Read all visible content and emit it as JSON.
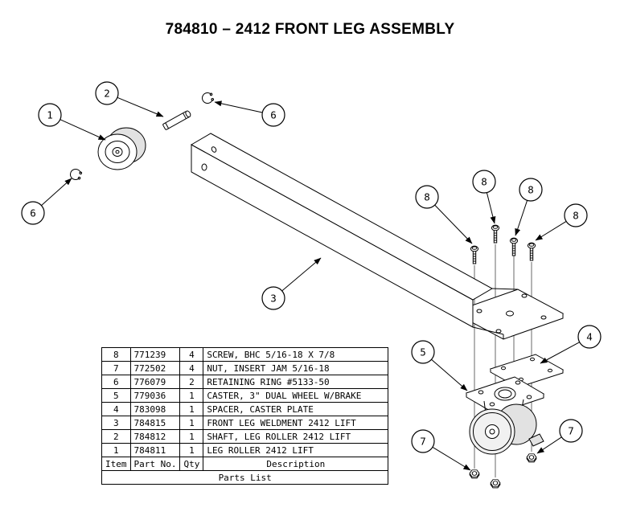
{
  "title": "784810 – 2412 FRONT LEG ASSEMBLY",
  "balloons": [
    {
      "label": "1"
    },
    {
      "label": "2"
    },
    {
      "label": "6"
    },
    {
      "label": "6"
    },
    {
      "label": "3"
    },
    {
      "label": "8"
    },
    {
      "label": "8"
    },
    {
      "label": "8"
    },
    {
      "label": "8"
    },
    {
      "label": "4"
    },
    {
      "label": "5"
    },
    {
      "label": "7"
    },
    {
      "label": "7"
    }
  ],
  "parts_table": {
    "headers": {
      "item": "Item",
      "part_no": "Part No.",
      "qty": "Qty",
      "description": "Description"
    },
    "rows": [
      {
        "item": "8",
        "part_no": "771239",
        "qty": "4",
        "description": "SCREW, BHC 5/16-18 X 7/8"
      },
      {
        "item": "7",
        "part_no": "772502",
        "qty": "4",
        "description": "NUT, INSERT JAM 5/16-18"
      },
      {
        "item": "6",
        "part_no": "776079",
        "qty": "2",
        "description": "RETAINING RING #5133-50"
      },
      {
        "item": "5",
        "part_no": "779036",
        "qty": "1",
        "description": "CASTER, 3\" DUAL WHEEL W/BRAKE"
      },
      {
        "item": "4",
        "part_no": "783098",
        "qty": "1",
        "description": "SPACER, CASTER PLATE"
      },
      {
        "item": "3",
        "part_no": "784815",
        "qty": "1",
        "description": "FRONT LEG WELDMENT 2412 LIFT"
      },
      {
        "item": "2",
        "part_no": "784812",
        "qty": "1",
        "description": "SHAFT, LEG ROLLER 2412 LIFT"
      },
      {
        "item": "1",
        "part_no": "784811",
        "qty": "1",
        "description": "LEG ROLLER 2412 LIFT"
      }
    ],
    "footer": "Parts List"
  }
}
